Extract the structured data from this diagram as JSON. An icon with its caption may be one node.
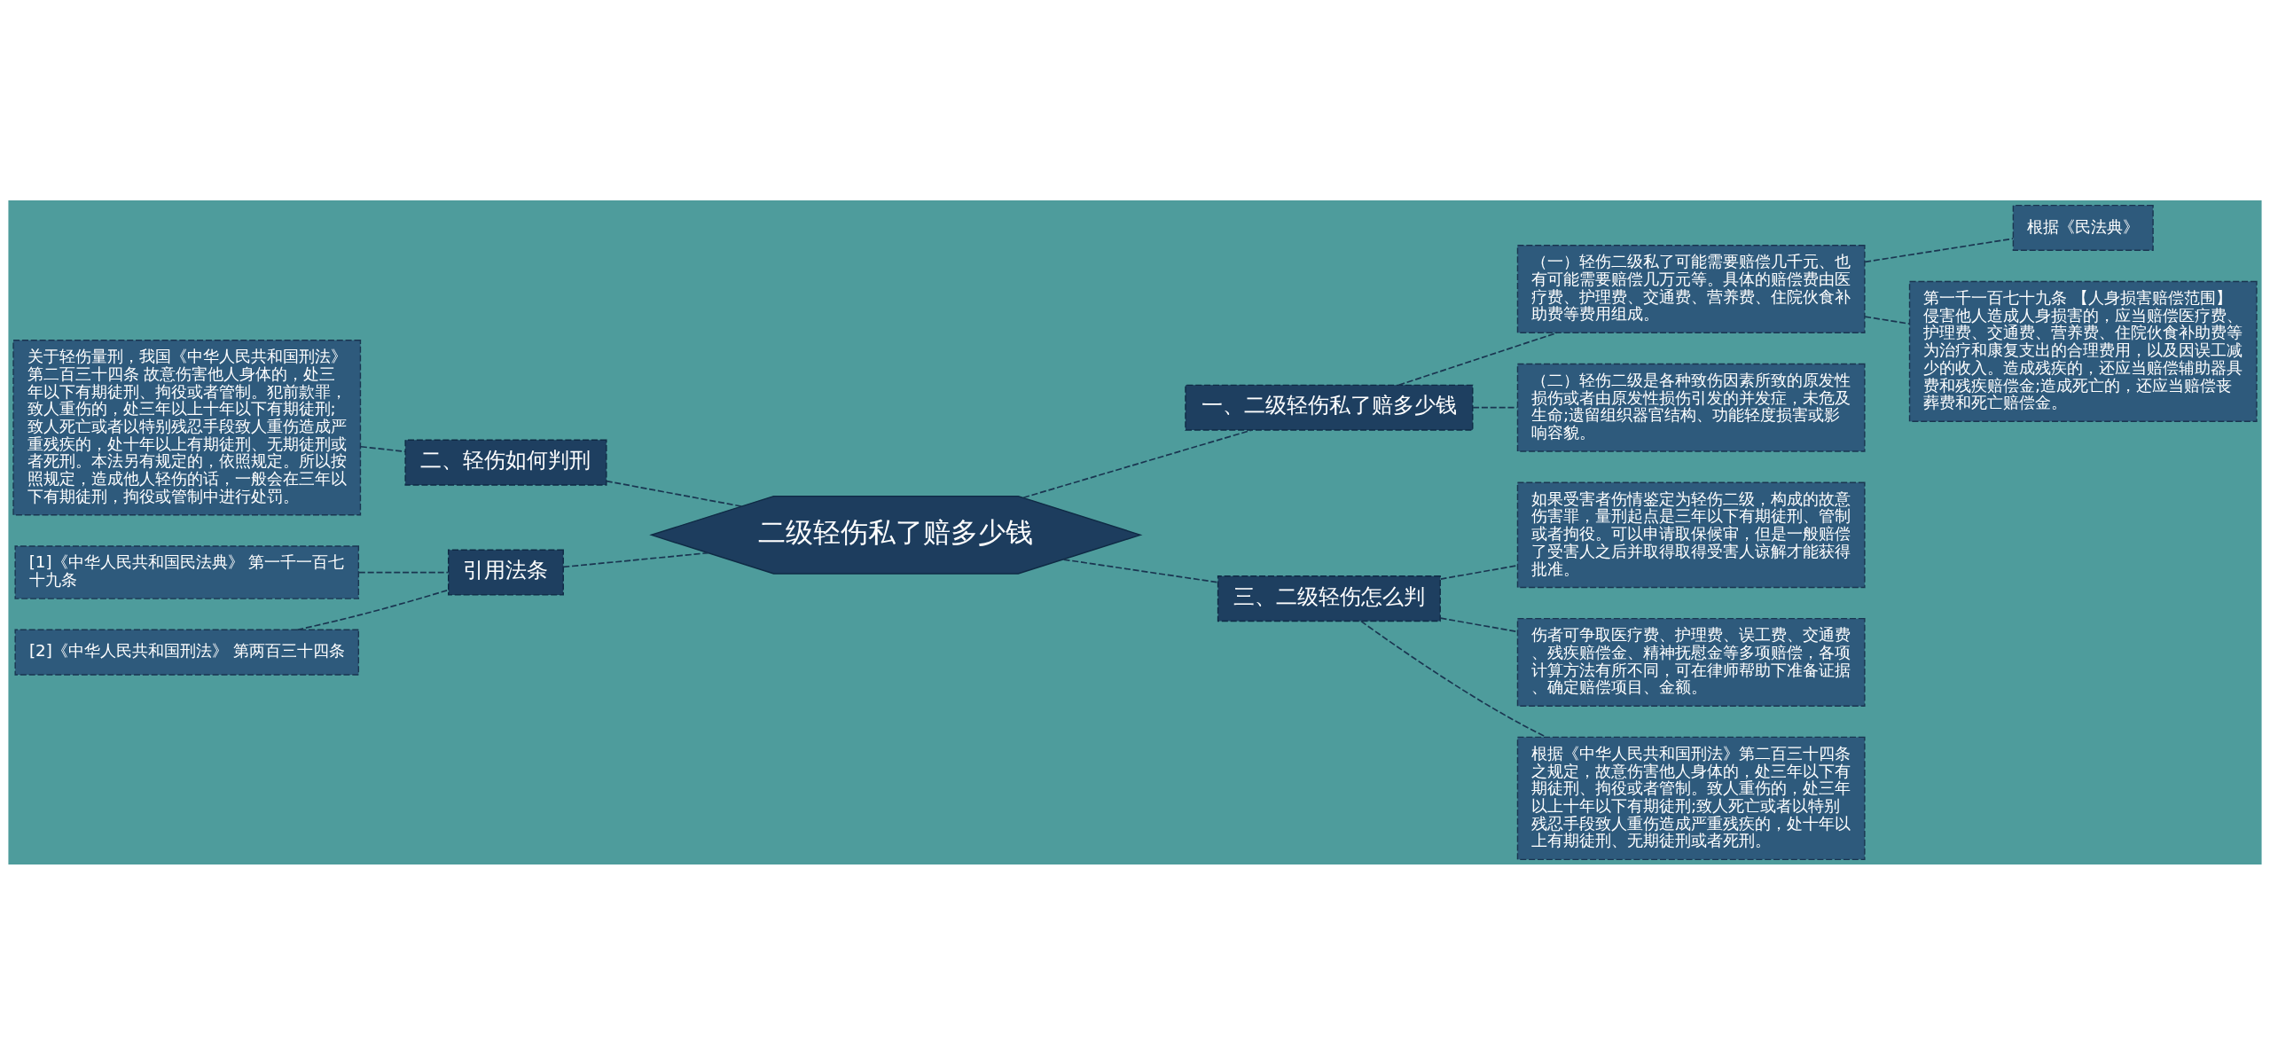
{
  "diagram": {
    "nodes": [
      {
        "text": [
          "二级轻伤私了赔多少钱"
        ]
      },
      {
        "text": [
          "一、二级轻伤私了赔多少钱"
        ]
      },
      {
        "text": [
          "（一）轻伤二级私了可能需要赔偿几千元、也有可能需要赔偿几万元等。具体的赔偿费由医疗费、护理费、交通费、营养费、住院伙食补助费等费用组成。"
        ]
      },
      {
        "text": [
          "根据《民法典》"
        ]
      },
      {
        "text": [
          "第一千一百七十九条 【人身损害赔偿范围】侵害他人造成人身损害的，应当赔偿医疗费、护理费、交通费、营养费、住院伙食补助费等为治疗和康复支出的合理费用，以及因误工减少的收入。造成残疾的，还应当赔偿辅助器具费和残疾赔偿金;造成死亡的，还应当赔偿丧葬费和死亡赔偿金。"
        ]
      },
      {
        "text": [
          "（二）轻伤二级是各种致伤因素所致的原发性损伤或者由原发性损伤引发的并发症，未危及生命;遗留组织器官结构、功能轻度损害或影响容貌。"
        ]
      },
      {
        "text": [
          "二、轻伤如何判刑"
        ]
      },
      {
        "text": [
          "关于轻伤量刑，我国《中华人民共和国刑法》第二百三十四条 故意伤害他人身体的，处三年以下有期徒刑、拘役或者管制。犯前款罪，致人重伤的，处三年以上十年以下有期徒刑;致人死亡或者以特别残忍手段致人重伤造成严重残疾的，处十年以上有期徒刑、无期徒刑或者死刑。本法另有规定的，依照规定。所以按照规定，造成他人轻伤的话，一般会在三年以下有期徒刑，拘役或管制中进行处罚。"
        ]
      },
      {
        "text": [
          "三、二级轻伤怎么判"
        ]
      },
      {
        "text": [
          "如果受害者伤情鉴定为轻伤二级，构成的故意伤害罪，量刑起点是三年以下有期徒刑、管制或者拘役。可以申请取保候审，但是一般赔偿了受害人之后并取得取得受害人谅解才能获得批准。"
        ]
      },
      {
        "text": [
          "伤者可争取医疗费、护理费、误工费、交通费、残疾赔偿金、精神抚慰金等多项赔偿，各项计算方法有所不同，可在律师帮助下准备证据、确定赔偿项目、金额。"
        ]
      },
      {
        "text": [
          "根据《中华人民共和国刑法》第二百三十四条之规定，故意伤害他人身体的，处三年以下有期徒刑、拘役或者管制。致人重伤的，处三年以上十年以下有期徒刑;致人死亡或者以特别残忍手段致人重伤造成严重残疾的，处十年以上有期徒刑、无期徒刑或者死刑。"
        ]
      },
      {
        "text": [
          "引用法条"
        ]
      },
      {
        "text": [
          "[1]《中华人民共和国民法典》 第一千一百七十九条"
        ]
      },
      {
        "text": [
          "[2]《中华人民共和国刑法》 第两百三十四条"
        ]
      }
    ],
    "edges": [
      {
        "from": 0,
        "to": 1,
        "arrow": "none",
        "style": "dashed"
      },
      {
        "from": 1,
        "to": 2,
        "arrow": "none",
        "style": "dashed"
      },
      {
        "from": 2,
        "to": 3,
        "arrow": "none",
        "style": "dashed"
      },
      {
        "from": 2,
        "to": 4,
        "arrow": "none",
        "style": "dashed"
      },
      {
        "from": 1,
        "to": 5,
        "arrow": "none",
        "style": "dashed"
      },
      {
        "from": 0,
        "to": 6,
        "arrow": "none",
        "style": "dashed"
      },
      {
        "from": 6,
        "to": 7,
        "arrow": "none",
        "style": "dashed"
      },
      {
        "from": 0,
        "to": 8,
        "arrow": "none",
        "style": "dashed"
      },
      {
        "from": 8,
        "to": 9,
        "arrow": "none",
        "style": "dashed"
      },
      {
        "from": 8,
        "to": 10,
        "arrow": "none",
        "style": "dashed"
      },
      {
        "from": 8,
        "to": 11,
        "arrow": "none",
        "style": "dashed"
      },
      {
        "from": 0,
        "to": 12,
        "arrow": "none",
        "style": "dashed"
      },
      {
        "from": 12,
        "to": 13,
        "arrow": "none",
        "style": "dashed"
      },
      {
        "from": 12,
        "to": 14,
        "arrow": "none",
        "style": "dashed"
      }
    ]
  }
}
